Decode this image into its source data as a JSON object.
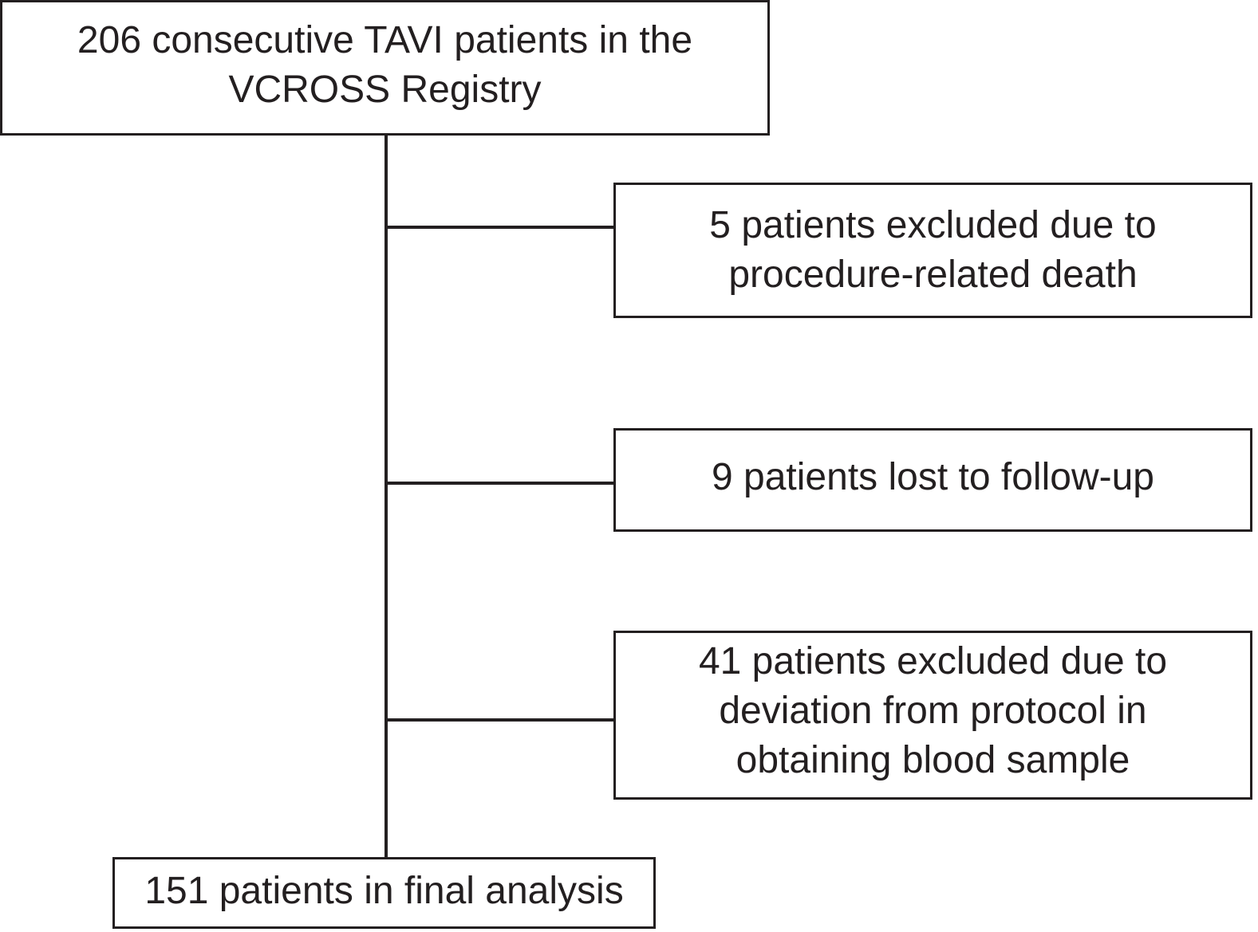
{
  "diagram": {
    "type": "flowchart",
    "start": {
      "label": "206 consecutive TAVI patients in the\nVCROSS Registry"
    },
    "exclusions": [
      {
        "label": "5 patients excluded due to\nprocedure-related death"
      },
      {
        "label": "9 patients lost to follow-up"
      },
      {
        "label": "41 patients excluded due to\ndeviation from protocol in\nobtaining blood sample"
      }
    ],
    "final": {
      "label": "151 patients in final analysis"
    },
    "colors": {
      "line": "#231f20",
      "box_border": "#231f20",
      "background": "#ffffff"
    }
  }
}
